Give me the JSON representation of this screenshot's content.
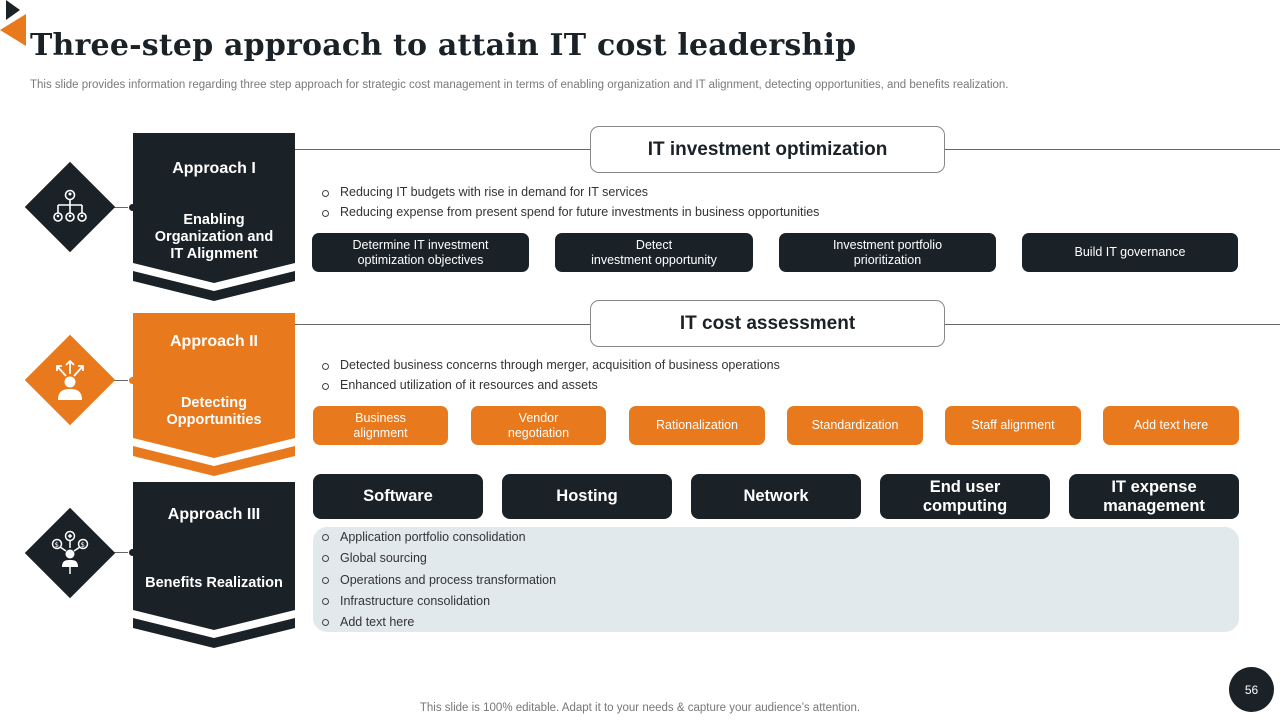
{
  "slide": {
    "title": "Three-step approach to attain IT cost leadership",
    "subtitle": "This slide provides information regarding three step approach for strategic cost management in terms of enabling organization and IT alignment, detecting opportunities, and benefits realization.",
    "footer": "This slide is 100% editable. Adapt it to your needs & capture your audience’s attention.",
    "page_number": "56"
  },
  "colors": {
    "dark": "#1b2227",
    "orange": "#e8791c",
    "light_panel": "#e2e9ec"
  },
  "approaches": [
    {
      "heading": "Approach I",
      "lines": [
        "Enabling",
        "Organization and",
        "IT Alignment"
      ],
      "icon": "organization-hierarchy-icon"
    },
    {
      "heading": "Approach II",
      "lines": [
        "Detecting",
        "Opportunities"
      ],
      "icon": "person-arrows-icon"
    },
    {
      "heading": "Approach III",
      "lines": [
        "Benefits Realization"
      ],
      "icon": "person-money-network-icon"
    }
  ],
  "section1": {
    "title": "IT investment optimization",
    "bullets": [
      "Reducing  IT budgets with rise in demand for IT services",
      "Reducing  expense from  present spend for future  investments in business opportunities"
    ],
    "steps": [
      [
        "Determine  IT investment",
        "optimization objectives"
      ],
      [
        "Detect",
        "investment  opportunity"
      ],
      [
        "Investment  portfolio",
        "prioritization"
      ],
      [
        "Build IT governance"
      ]
    ]
  },
  "section2": {
    "title": "IT cost assessment",
    "bullets": [
      "Detected business concerns through  merger,  acquisition of business operations",
      "Enhanced utilization of it resources and assets"
    ],
    "steps": [
      [
        "Business",
        "alignment"
      ],
      [
        "Vendor",
        "negotiation"
      ],
      [
        "Rationalization"
      ],
      [
        "Standardization"
      ],
      [
        "Staff alignment"
      ],
      [
        "Add text here"
      ]
    ]
  },
  "section3": {
    "categories": [
      [
        "Software"
      ],
      [
        "Hosting"
      ],
      [
        "Network"
      ],
      [
        "End user",
        "computing"
      ],
      [
        "IT expense",
        "management"
      ]
    ],
    "bullets": [
      "Application portfolio  consolidation",
      "Global  sourcing",
      "Operations  and  process transformation",
      "Infrastructure  consolidation",
      "Add text here"
    ]
  }
}
